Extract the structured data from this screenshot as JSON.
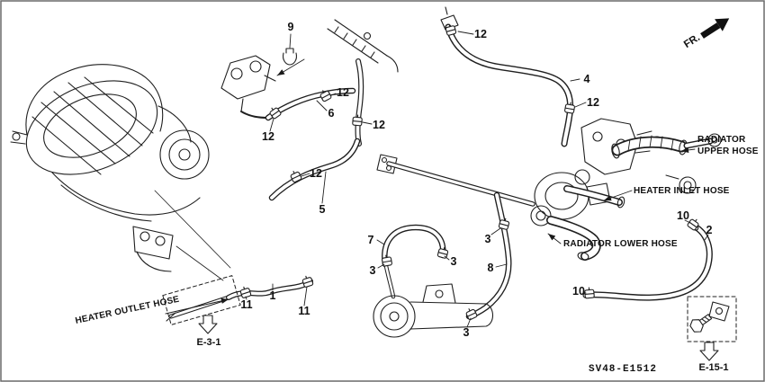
{
  "diagram": {
    "code": "SV48-E1512",
    "orientation_label": "FR.",
    "labels": {
      "radiator_upper_hose": "RADIATOR UPPER HOSE",
      "heater_inlet_hose": "HEATER INLET HOSE",
      "radiator_lower_hose": "RADIATOR LOWER HOSE",
      "heater_outlet_hose": "HEATER OUTLET HOSE"
    },
    "references": {
      "e_3_1": "E-3-1",
      "e_15_1": "E-15-1"
    },
    "callouts": [
      "9",
      "12",
      "4",
      "12",
      "12",
      "6",
      "12",
      "12",
      "12",
      "5",
      "7",
      "3",
      "3",
      "3",
      "8",
      "10",
      "2",
      "10",
      "3",
      "1",
      "11",
      "11"
    ],
    "colors": {
      "line": "#1f1f1f",
      "background": "#ffffff"
    }
  }
}
